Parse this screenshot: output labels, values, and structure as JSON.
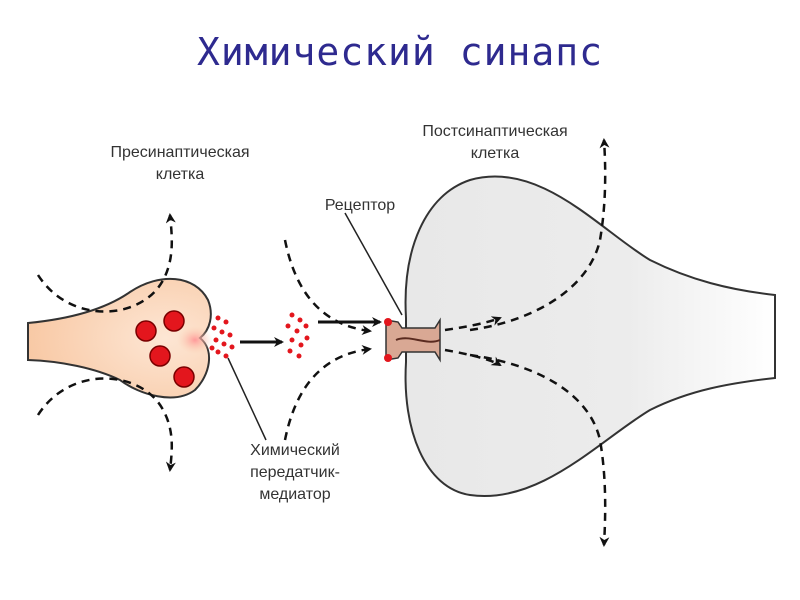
{
  "title": "Химический синапс",
  "labels": {
    "presynaptic": [
      "Пресинаптическая",
      "клетка"
    ],
    "postsynaptic": [
      "Постсинаптическая",
      "клетка"
    ],
    "receptor": "Рецептор",
    "mediator": [
      "Химический",
      "передатчик-",
      "медиатор"
    ]
  },
  "colors": {
    "title": "#2e2a8f",
    "presynaptic_fill": "#fbd3b4",
    "postsynaptic_fill": "#e6e6e6",
    "vesicle": "#e3161d",
    "receptor": "#d9a894",
    "arrow": "#111111"
  }
}
